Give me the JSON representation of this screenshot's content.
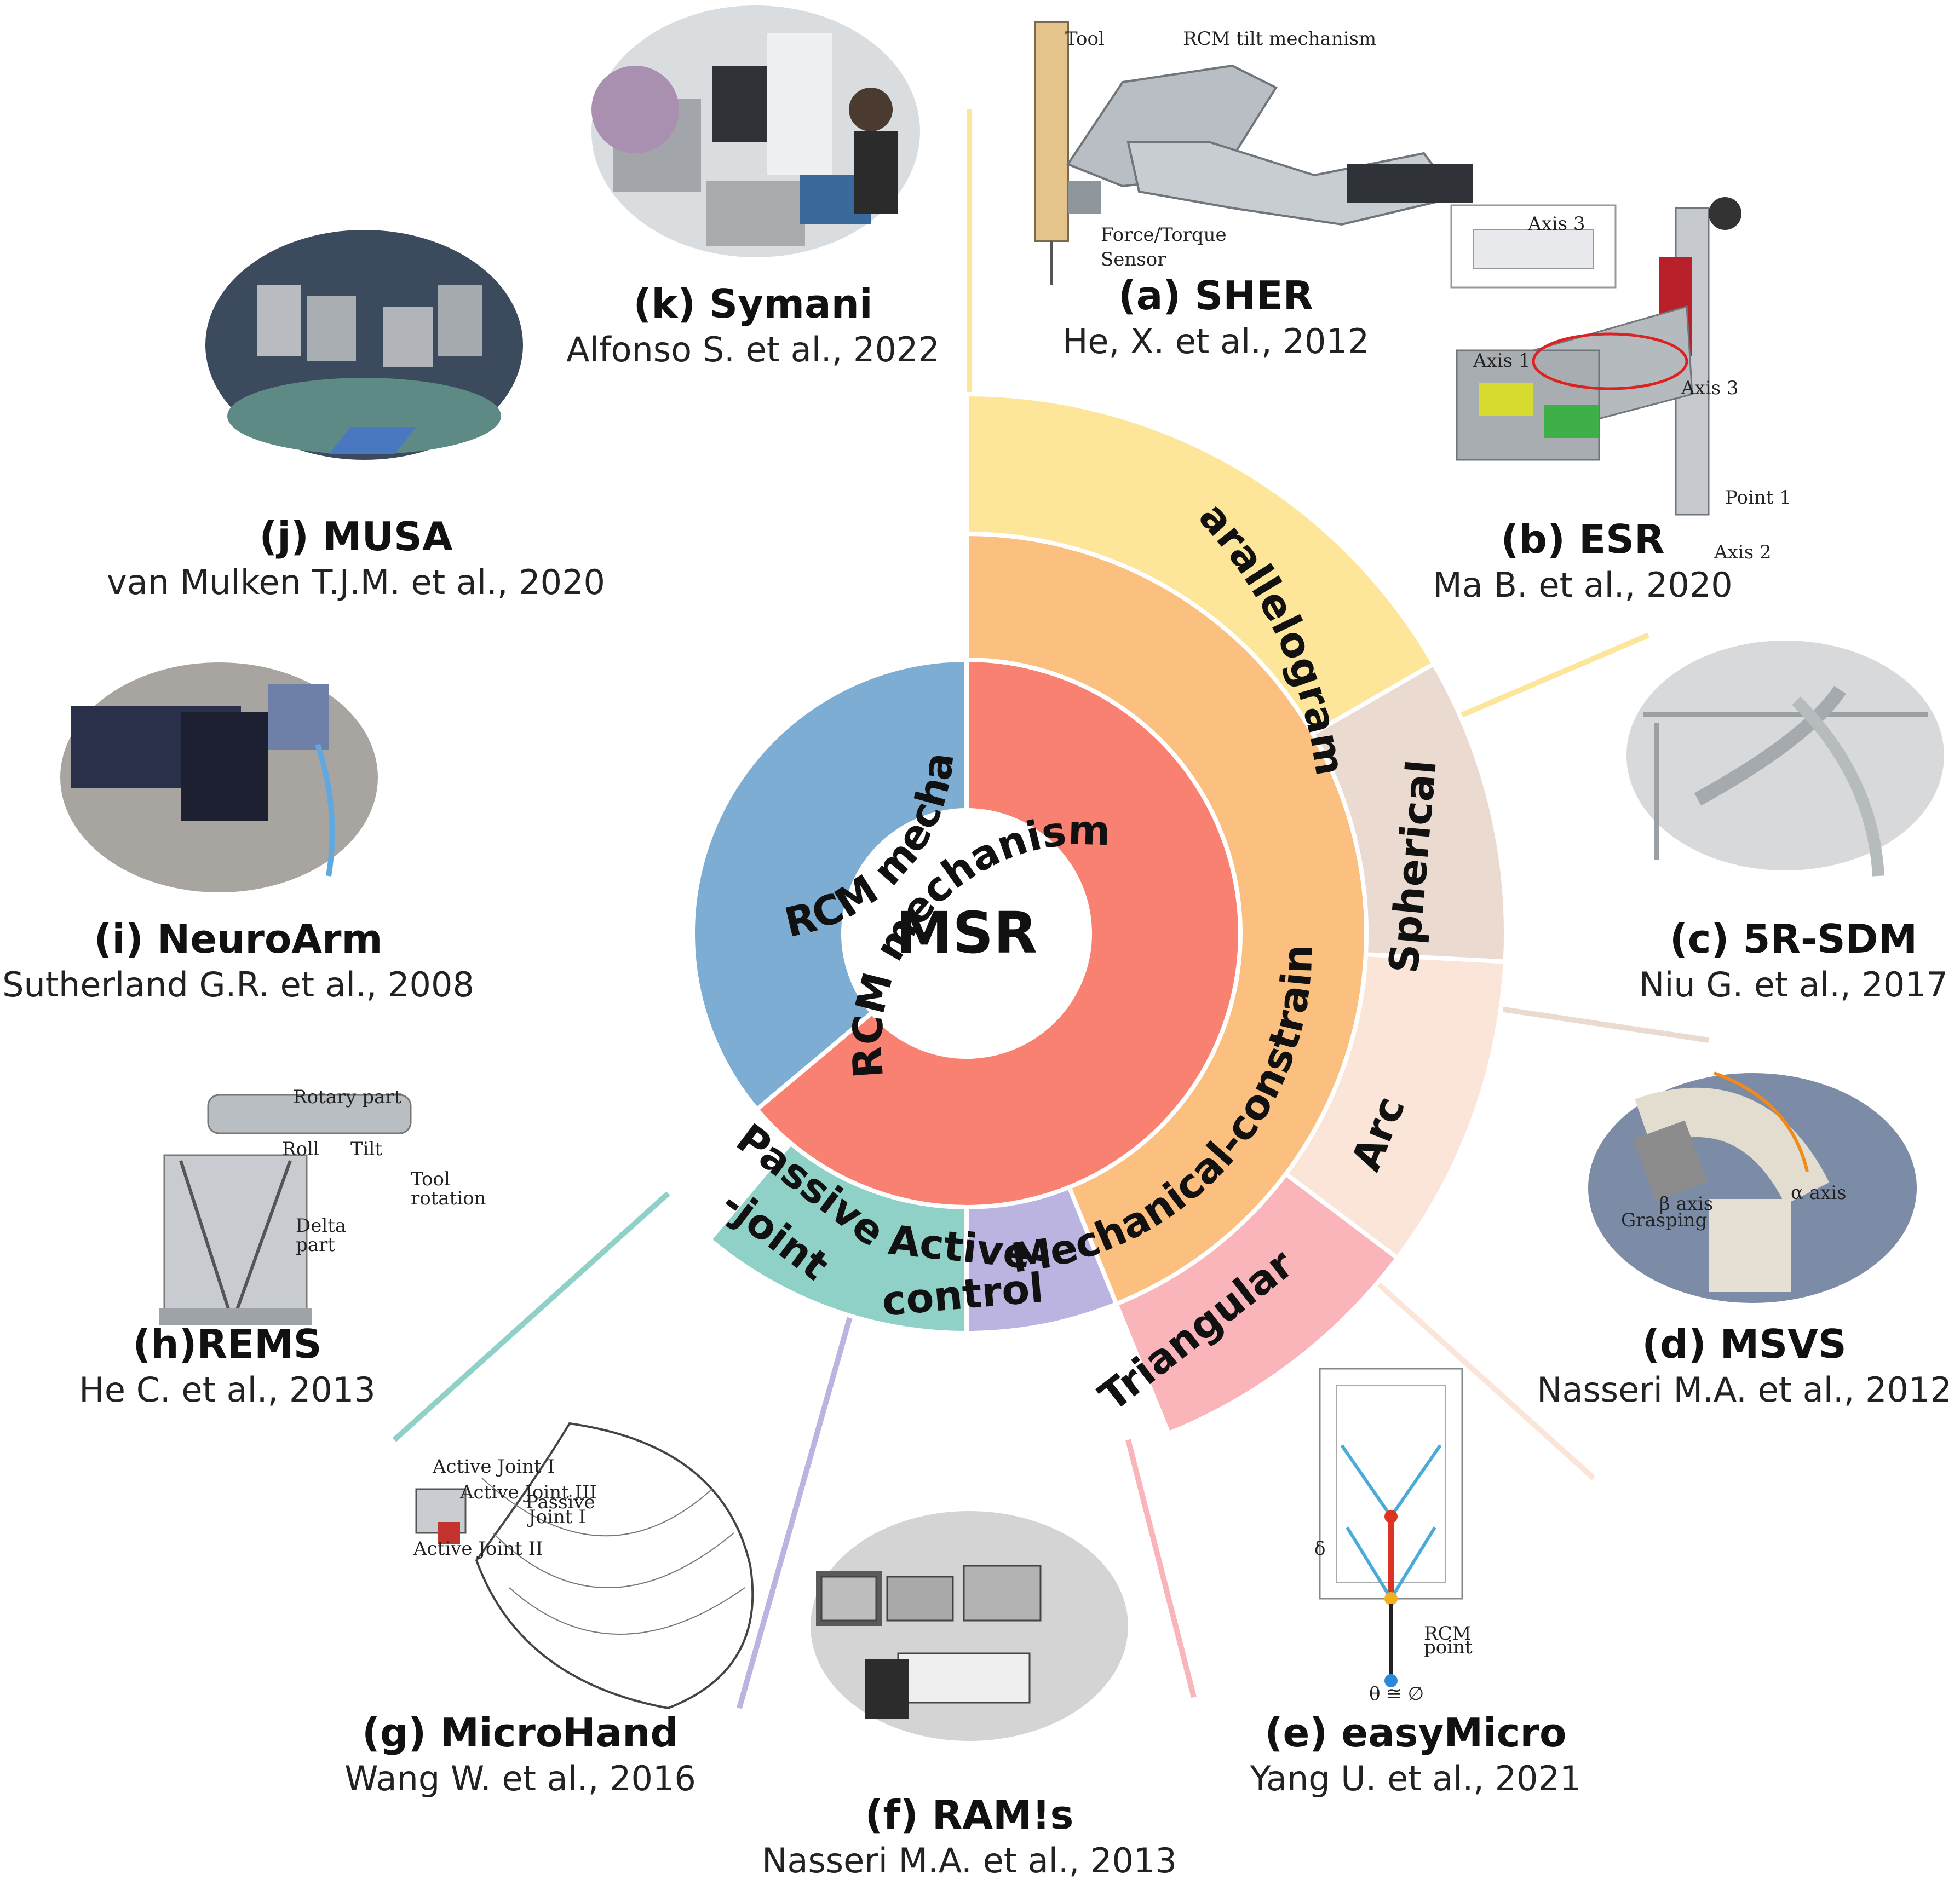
{
  "diagram": {
    "center": "MSR",
    "colors": {
      "rcm": "#F88171",
      "non_rcm": "#7EADD4",
      "mechanical": "#FBBF7F",
      "parallelogram": "#FDE69A",
      "spherical": "#EADAD0",
      "arc": "#FBE4D8",
      "triangular": "#F9B5BA",
      "passive": "#8FD1C7",
      "active": "#BBB3E0"
    },
    "ring1": {
      "rcm": "RCM mechanism",
      "non_rcm": "Non-RCM mechanism"
    },
    "ring2": {
      "mechanical": "Mechanical-constraint",
      "passive_1": "Passive",
      "passive_2": "-joint",
      "active_1": "Active-",
      "active_2": "control"
    },
    "ring3": {
      "parallelogram": "Parallelogram",
      "spherical": "Spherical",
      "arc": "Arc",
      "triangular": "Triangular"
    }
  },
  "robots": [
    {
      "id": "a",
      "title": "(a) SHER",
      "author": "He, X. et al., 2012"
    },
    {
      "id": "b",
      "title": "(b) ESR",
      "author": "Ma B. et al., 2020"
    },
    {
      "id": "c",
      "title": "(c) 5R-SDM",
      "author": "Niu G. et al., 2017"
    },
    {
      "id": "d",
      "title": "(d) MSVS",
      "author": "Nasseri M.A. et al., 2012"
    },
    {
      "id": "e",
      "title": "(e) easyMicro",
      "author": "Yang U. et al., 2021"
    },
    {
      "id": "f",
      "title": "(f) RAM!s",
      "author": "Nasseri M.A. et al., 2013"
    },
    {
      "id": "g",
      "title": "(g) MicroHand",
      "author": "Wang W. et al., 2016"
    },
    {
      "id": "h",
      "title": "(h)REMS",
      "author": "He C. et al., 2013"
    },
    {
      "id": "i",
      "title": "(i) NeuroArm",
      "author": "Sutherland G.R. et al., 2008"
    },
    {
      "id": "j",
      "title": "(j) MUSA",
      "author": "van Mulken T.J.M. et al., 2020"
    },
    {
      "id": "k",
      "title": "(k) Symani",
      "author": "Alfonso S. et al., 2022"
    }
  ],
  "image_labels": {
    "sher": [
      "Tool",
      "RCM tilt mechanism",
      "Force/Torque",
      "Sensor"
    ],
    "esr": [
      "Axis 3",
      "Axis 1",
      "Axis 3",
      "Point 1",
      "Axis 2"
    ],
    "msvs": [
      "α axis",
      "β axis",
      "Grasping"
    ],
    "easymicro": [
      "RCM",
      "point",
      "θ ≅ ∅",
      "δ"
    ],
    "rems": [
      "Rotary part",
      "Roll",
      "Tilt",
      "Tool",
      "rotation",
      "Delta",
      "part"
    ],
    "microhand": [
      "Active Joint I",
      "Active Joint III",
      "Passive",
      "Joint I",
      "Active Joint II"
    ]
  }
}
